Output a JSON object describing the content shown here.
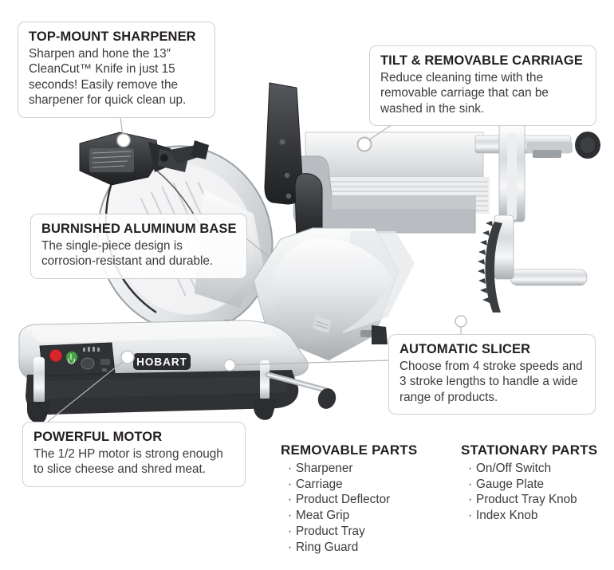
{
  "product": {
    "brand_label": "HOBART",
    "description": "Commercial automatic meat slicer, side view"
  },
  "callouts": [
    {
      "id": "sharpener",
      "title": "TOP-MOUNT SHARPENER",
      "body": "Sharpen and hone the 13″ CleanCut™ Knife in just 15 seconds! Easily remove the sharpener for quick clean up."
    },
    {
      "id": "carriage",
      "title": "TILT & REMOVABLE CARRIAGE",
      "body": "Reduce cleaning time with the removable carriage that can be washed in the sink."
    },
    {
      "id": "base",
      "title": "BURNISHED ALUMINUM BASE",
      "body": "The single-piece design is corrosion-resistant and durable."
    },
    {
      "id": "slicer",
      "title": "AUTOMATIC SLICER",
      "body": "Choose from 4 stroke speeds and 3 stroke lengths to handle a wide range of products."
    },
    {
      "id": "motor",
      "title": "POWERFUL MOTOR",
      "body": "The 1/2 HP motor is strong enough to slice cheese and shred meat."
    }
  ],
  "parts": {
    "removable": {
      "heading": "REMOVABLE PARTS",
      "bullet": "·",
      "items": [
        "Sharpener",
        "Carriage",
        "Product Deflector",
        "Meat Grip",
        "Product Tray",
        "Ring Guard"
      ]
    },
    "stationary": {
      "heading": "STATIONARY PARTS",
      "bullet": "·",
      "items": [
        "On/Off Switch",
        "Gauge Plate",
        "Product Tray Knob",
        "Index Knob"
      ]
    }
  },
  "colors": {
    "text_heading": "#231f20",
    "text_body": "#3b3b3b",
    "callout_border": "#cfcfcf",
    "leader_line": "#b5b5b5",
    "background": "#ffffff",
    "metal_light": "#f2f2f2",
    "metal_mid": "#d4d6d8",
    "metal_dark": "#9aa0a4",
    "plastic_dark": "#3b3d40",
    "stop_button": "#d8262c",
    "start_button": "#4aa147"
  }
}
